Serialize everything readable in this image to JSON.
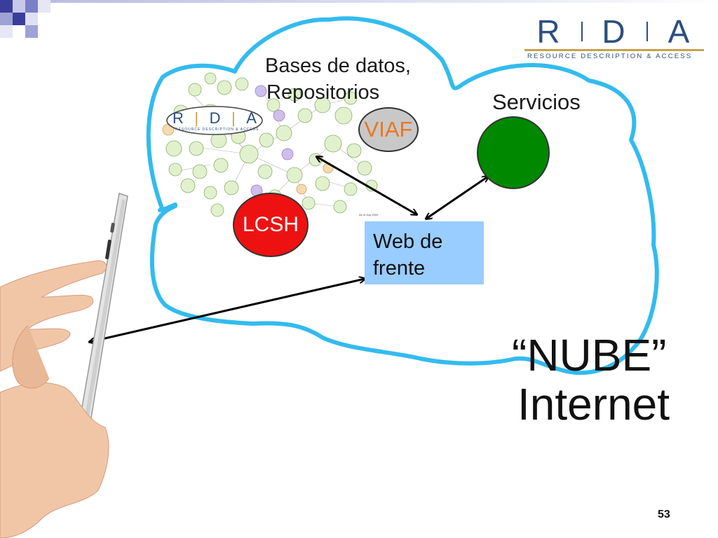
{
  "logo": {
    "letters": [
      "R",
      "D",
      "A"
    ],
    "subtitle": "RESOURCE DESCRIPTION & ACCESS"
  },
  "labels": {
    "bases": "Bases de datos,",
    "repositorios": "Repositorios",
    "servicios": "Servicios",
    "viaf": "VIAF",
    "lcsh": "LCSH",
    "web_line1": "Web de",
    "web_line2": "frente",
    "nube": "“NUBE”",
    "internet": "Internet",
    "lod_date": "As of July 2009"
  },
  "inner_logo": {
    "letters": [
      "R",
      "D",
      "A"
    ],
    "subtitle": "RESOURCE DESCRIPTION & ACCESS"
  },
  "slide_number": "53",
  "colors": {
    "cloud_outline": "#33bbee",
    "viaf_fill": "#c8c8c8",
    "viaf_text": "#e87722",
    "lcsh_fill": "#ee1111",
    "servicios_fill": "#008800",
    "web_box": "#99ccff",
    "logo_blue": "#2b4f7e",
    "logo_gold": "#c9a14a"
  }
}
